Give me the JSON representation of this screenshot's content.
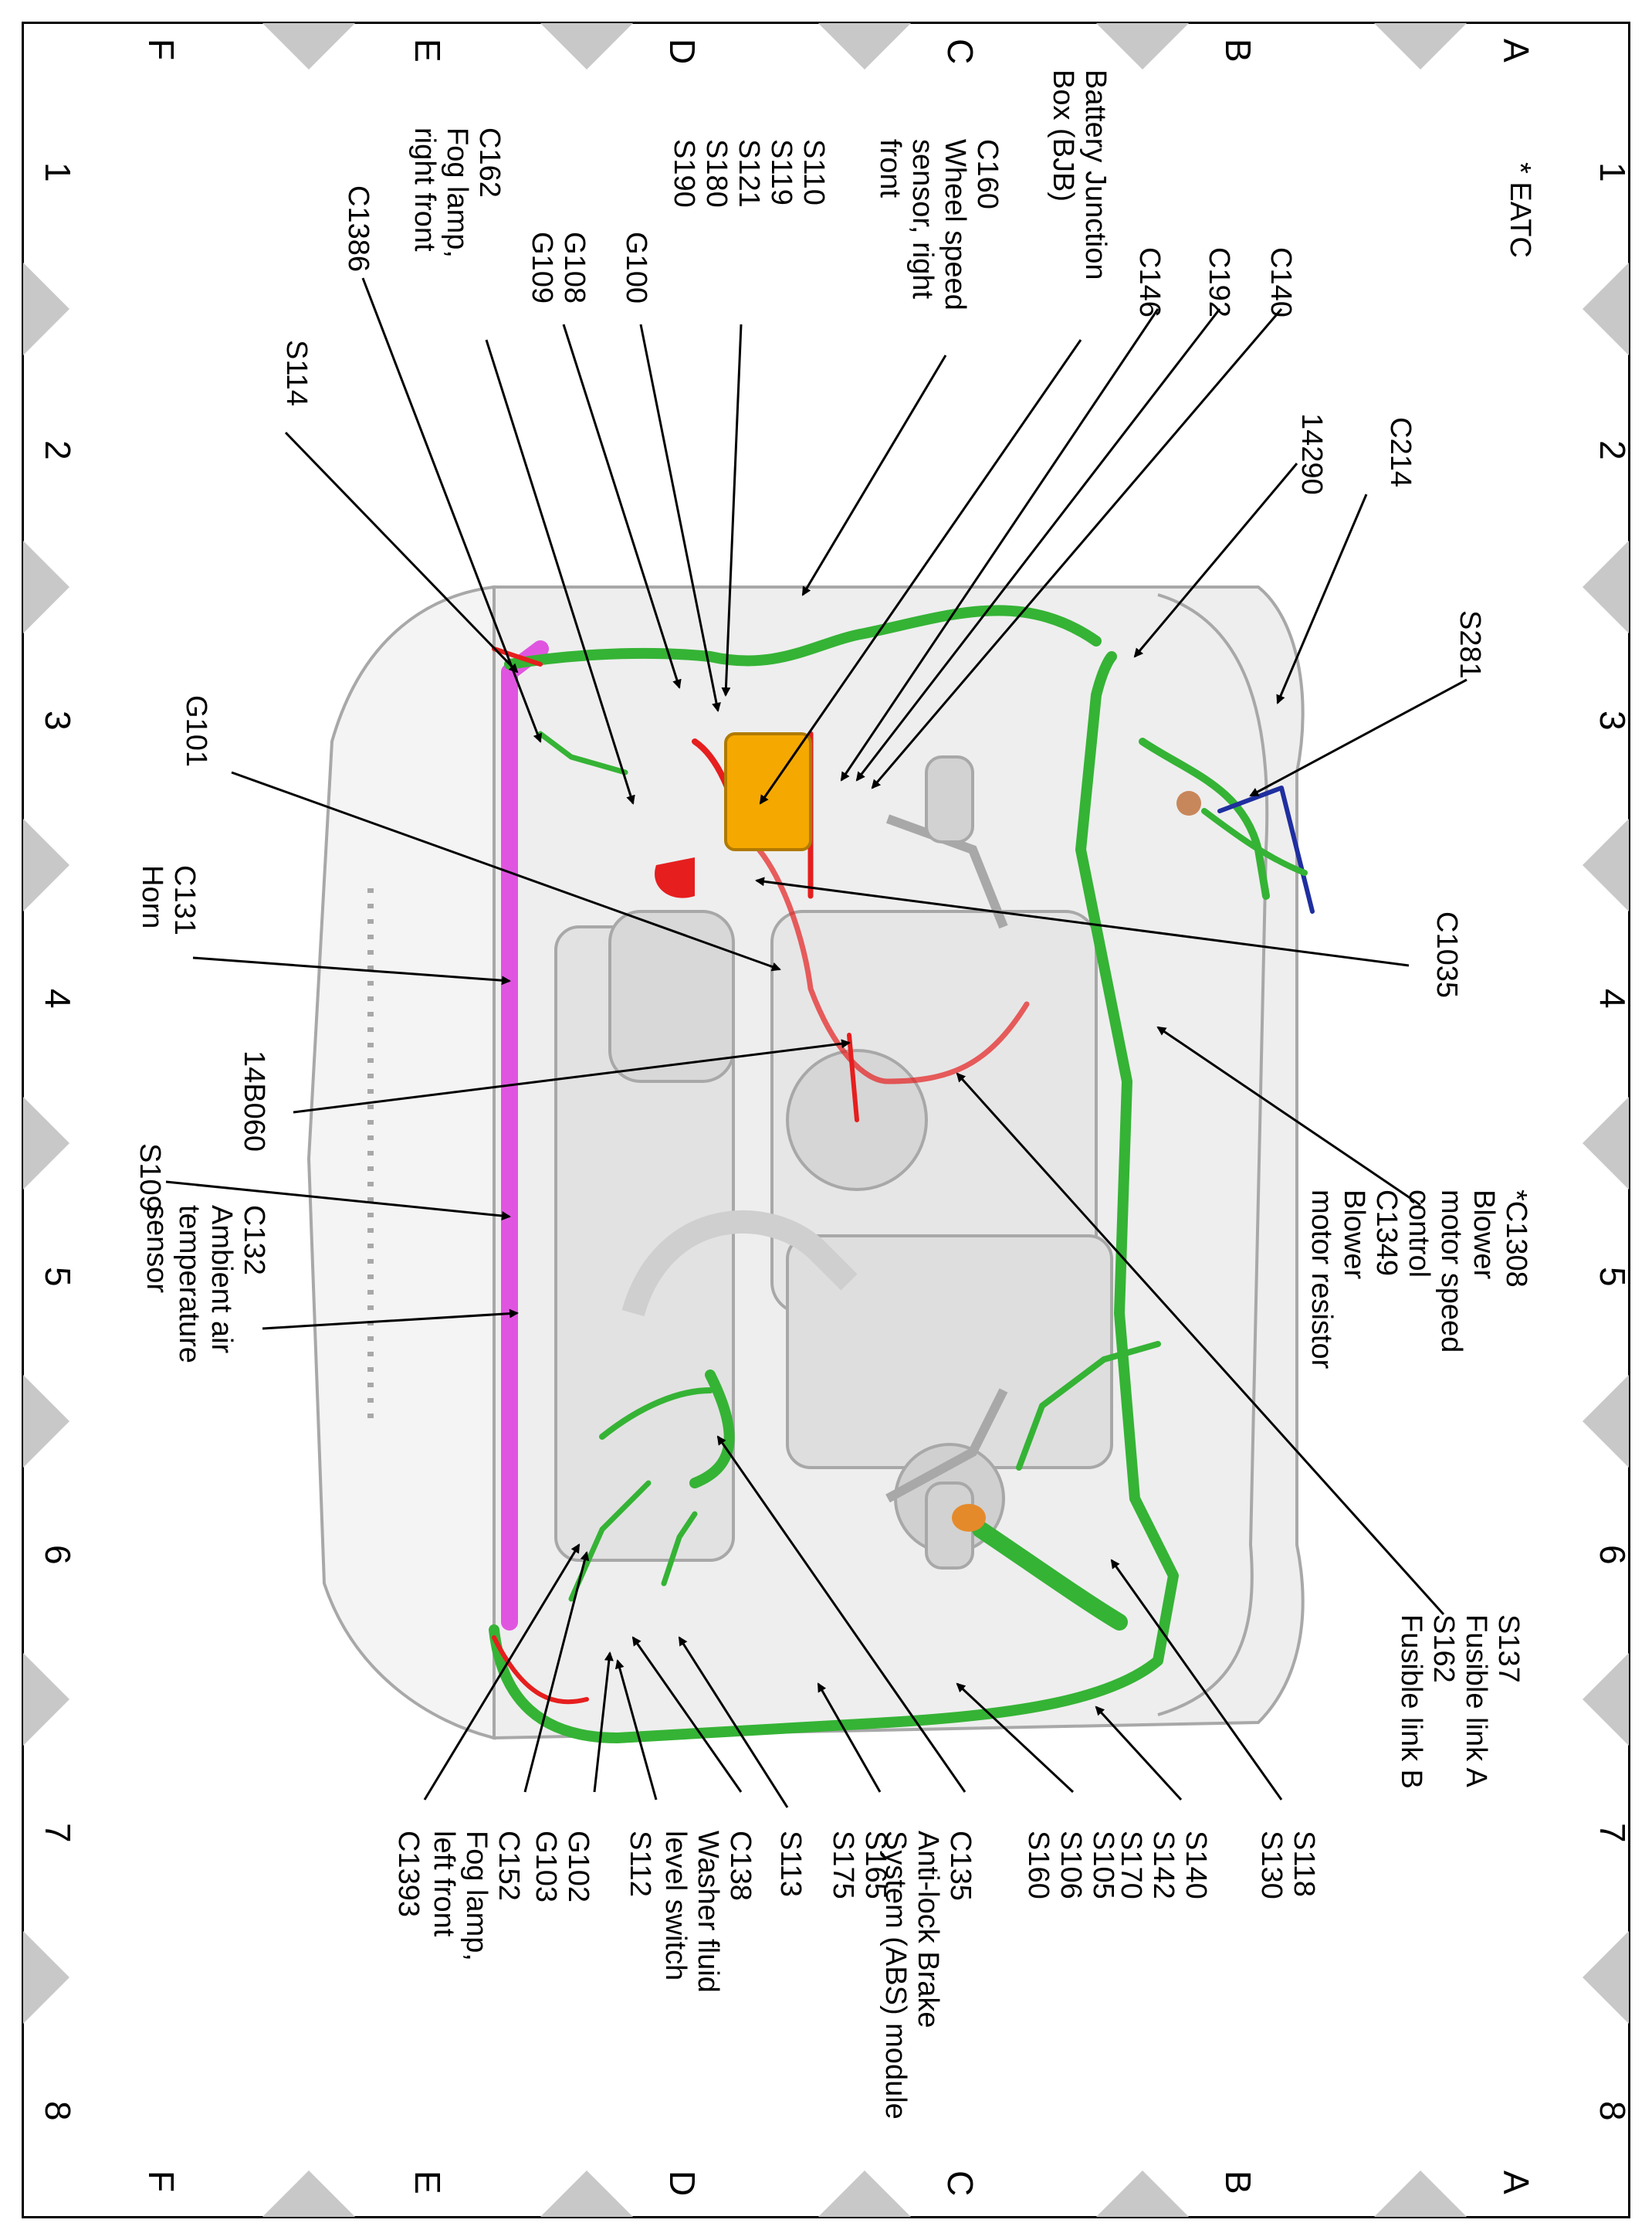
{
  "grid": {
    "columns": [
      "1",
      "2",
      "3",
      "4",
      "5",
      "6",
      "7",
      "8"
    ],
    "rows": [
      "A",
      "B",
      "C",
      "D",
      "E",
      "F"
    ]
  },
  "footnote": "* EATC",
  "callouts": [
    "C160\nWheel speed\nsensor, right\nfront",
    "Battery Junction\nBox (BJB)",
    "C146",
    "C192",
    "C140",
    "14290",
    "C214",
    "S281",
    "S110\nS119\nS121\nS180\nS190",
    "G100",
    "G108\nG109",
    "C162\nFog lamp,\nright front",
    "C1386",
    "S114",
    "G101",
    "C131\nHorn",
    "14B060",
    "S109",
    "C132\nAmbient air\ntemperature\nsensor",
    "C1035",
    "*C1308\nBlower\nmotor speed\ncontrol\nC1349\nBlower\nmotor resistor",
    "S137\nFusible link A\nS162\nFusible link B",
    "S118\nS130",
    "S140\nS142\nS170",
    "S105\nS106\nS160",
    "C135\nAnti-lock Brake\nSystem (ABS) module",
    "S165\nS175",
    "S113",
    "C138\nWasher fluid\nlevel switch",
    "S112",
    "G102\nG103",
    "C152\nFog lamp,\nleft front",
    "C1393"
  ],
  "colors": {
    "harness": "#35b335",
    "power": "#e61e1e",
    "bjb": "#f5a800",
    "front_harness": "#e055e0",
    "ground": "#1f2f9f",
    "body": "#d6d6d6"
  }
}
